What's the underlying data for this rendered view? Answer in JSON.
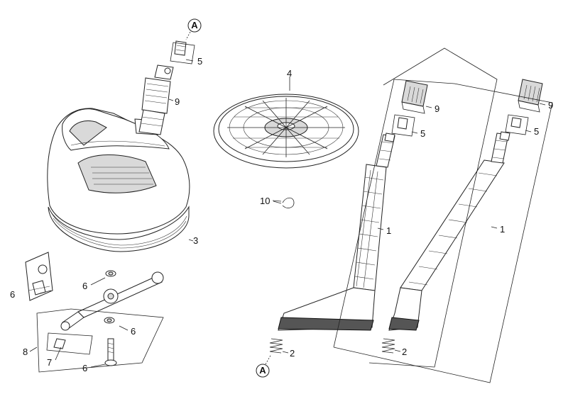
{
  "diagram": {
    "ref_mark": "A",
    "callouts": {
      "c1_left": "1",
      "c1_right": "1",
      "c2_left": "2",
      "c2_right": "2",
      "c3": "3",
      "c4": "4",
      "c5_top": "5",
      "c5_mid": "5",
      "c5_right": "5",
      "c6_a": "6",
      "c6_b": "6",
      "c6_c": "6",
      "c6_d": "6",
      "c7": "7",
      "c8": "8",
      "c9_top": "9",
      "c9_mid": "9",
      "c9_right": "9",
      "c10": "10"
    }
  }
}
